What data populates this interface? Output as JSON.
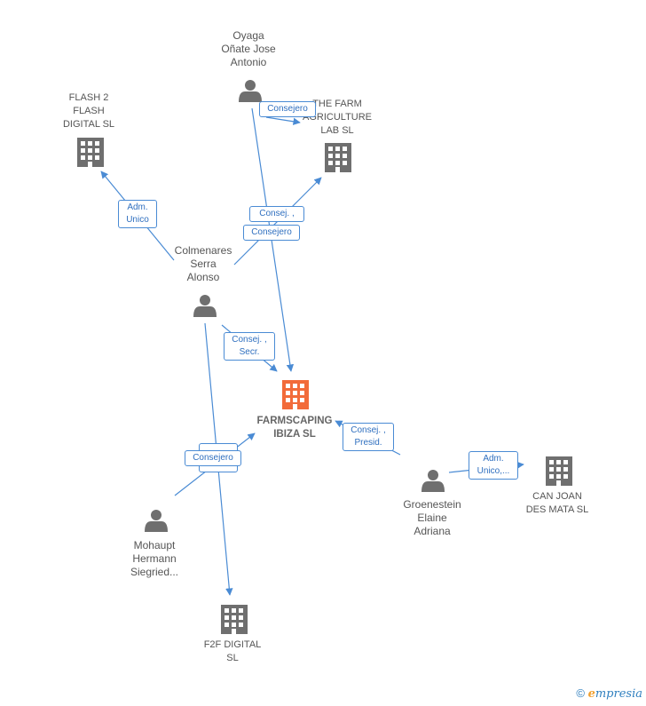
{
  "colors": {
    "edge": "#4a8bd4",
    "node_icon": "#6f6f6f",
    "focus_icon": "#f26b3a",
    "role_text": "#2f6fbf"
  },
  "nodes": {
    "oyaga": {
      "label": "Oyaga\nOñate Jose\nAntonio",
      "type": "person"
    },
    "flash2": {
      "label": "FLASH 2\nFLASH\nDIGITAL SL",
      "type": "company"
    },
    "farmlab": {
      "label": "THE FARM\nAGRICULTURE\nLAB  SL",
      "type": "company"
    },
    "colmenares": {
      "label": "Colmenares\nSerra\nAlonso",
      "type": "person"
    },
    "farmscaping": {
      "label": "FARMSCAPING\nIBIZA  SL",
      "type": "company-focus"
    },
    "groenestein": {
      "label": "Groenestein\nElaine\nAdriana",
      "type": "person"
    },
    "canjoan": {
      "label": "CAN JOAN\nDES MATA  SL",
      "type": "company"
    },
    "mohaupt": {
      "label": "Mohaupt\nHermann\nSiegried...",
      "type": "person"
    },
    "f2f": {
      "label": "F2F DIGITAL\nSL",
      "type": "company"
    }
  },
  "roles": {
    "oyaga_farmlab": "Consejero",
    "col_flash2": "Adm.\nUnico",
    "col_farmlab_a": "Consej. ,",
    "col_farmlab_b": "Consejero",
    "col_farmscaping": "Consej. ,\nSecr.",
    "groen_farmscaping": "Consej. ,\nPresid.",
    "groen_canjoan": "Adm.\nUnico,...",
    "moh_back": "Unico",
    "moh_farmscaping": "Consejero"
  },
  "footer": {
    "copyright": "©",
    "brand_e": "e",
    "brand_rest": "mpresia"
  }
}
